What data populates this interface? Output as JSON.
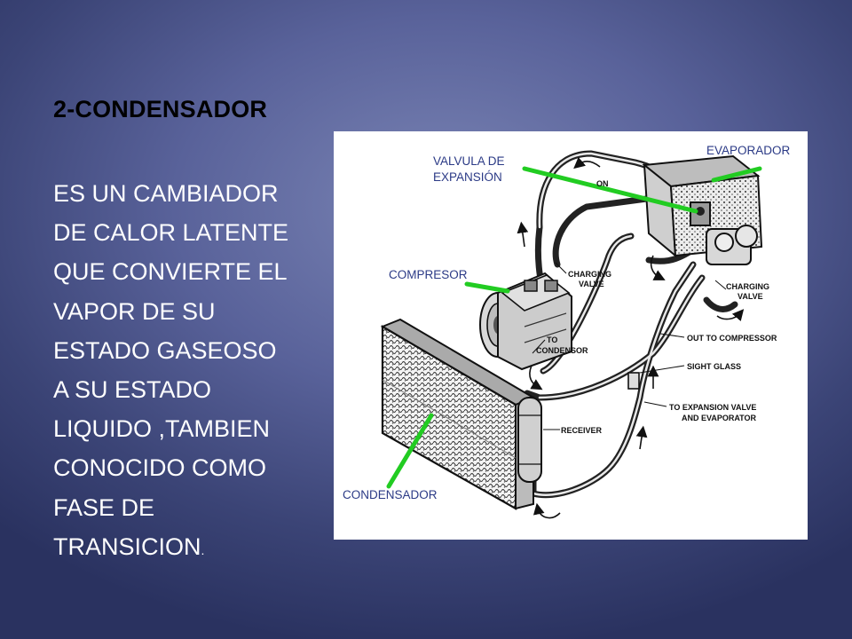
{
  "slide": {
    "title": "2-CONDENSADOR",
    "body_lines": [
      "ES UN CAMBIADOR",
      "DE CALOR LATENTE",
      "QUE CONVIERTE EL",
      "VAPOR DE SU",
      "ESTADO GASEOSO",
      "A SU ESTADO",
      "LIQUIDO ,TAMBIEN",
      "CONOCIDO COMO",
      "FASE DE",
      "TRANSICION"
    ],
    "body_trailing": "."
  },
  "diagram": {
    "labels": {
      "valvula_line1": "VALVULA DE",
      "valvula_line2": "EXPANSIÓN",
      "evaporador": "EVAPORADOR",
      "compresor": "COMPRESOR",
      "condensador": "CONDENSADOR"
    },
    "callouts": {
      "on": "ON",
      "charging_valve_left_1": "CHARGING",
      "charging_valve_left_2": "VALVE",
      "charging_valve_right_1": "CHARGING",
      "charging_valve_right_2": "VALVE",
      "to_condensor_1": "TO",
      "to_condensor_2": "CONDENSOR",
      "out_to_compressor": "OUT TO COMPRESSOR",
      "sight_glass": "SIGHT GLASS",
      "receiver": "RECEIVER",
      "to_expansion_1": "TO EXPANSION VALVE",
      "to_expansion_2": "AND EVAPORATOR"
    },
    "colors": {
      "label_text": "#2b3a86",
      "pointer": "#22cc22"
    }
  }
}
